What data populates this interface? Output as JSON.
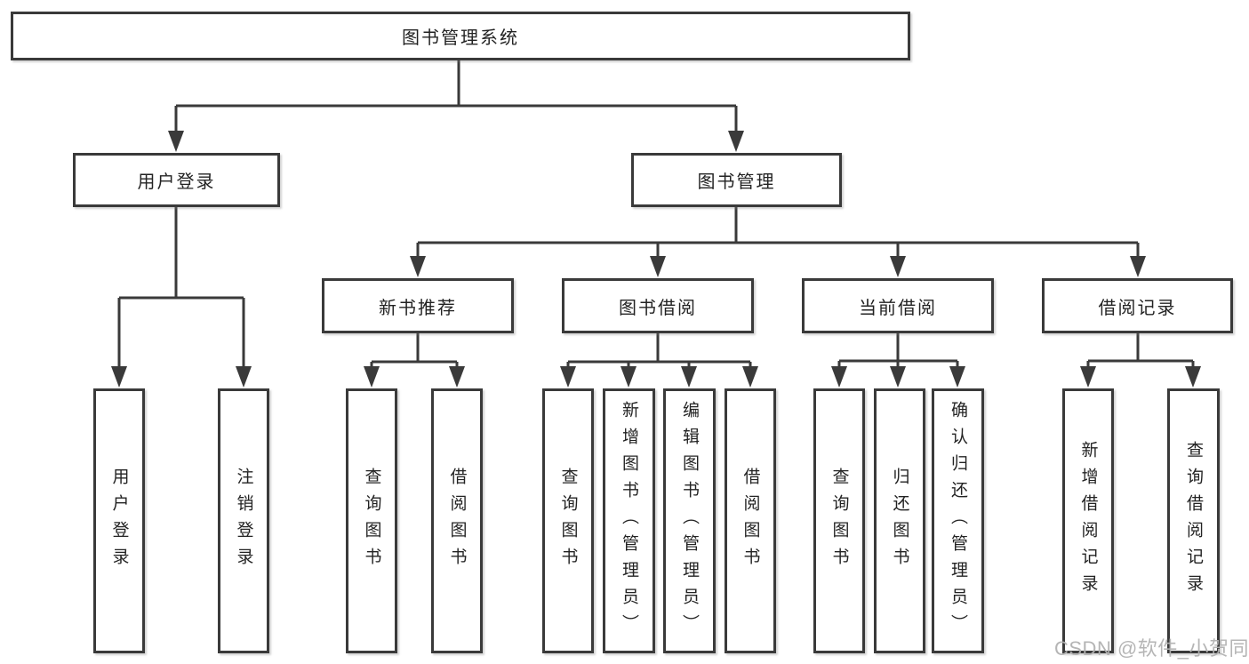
{
  "tree": {
    "label": "图书管理系统",
    "children": [
      {
        "label": "用户登录",
        "children": [
          {
            "label": "用户登录"
          },
          {
            "label": "注销登录"
          }
        ]
      },
      {
        "label": "图书管理",
        "children": [
          {
            "label": "新书推荐",
            "children": [
              {
                "label": "查询图书"
              },
              {
                "label": "借阅图书"
              }
            ]
          },
          {
            "label": "图书借阅",
            "children": [
              {
                "label": "查询图书"
              },
              {
                "label": "新增图书（管理员）"
              },
              {
                "label": "编辑图书（管理员）"
              },
              {
                "label": "借阅图书"
              }
            ]
          },
          {
            "label": "当前借阅",
            "children": [
              {
                "label": "查询图书"
              },
              {
                "label": "归还图书"
              },
              {
                "label": "确认归还（管理员）"
              }
            ]
          },
          {
            "label": "借阅记录",
            "children": [
              {
                "label": "新增借阅记录"
              },
              {
                "label": "查询借阅记录"
              }
            ]
          }
        ]
      }
    ]
  },
  "watermark": {
    "text": "CSDN @软件_小贺同学"
  },
  "colors": {
    "line": "#3a3a3a",
    "box_border": "#3a3a3a",
    "text": "#232323",
    "watermark": "#b1b1b1",
    "background": "#ffffff"
  }
}
